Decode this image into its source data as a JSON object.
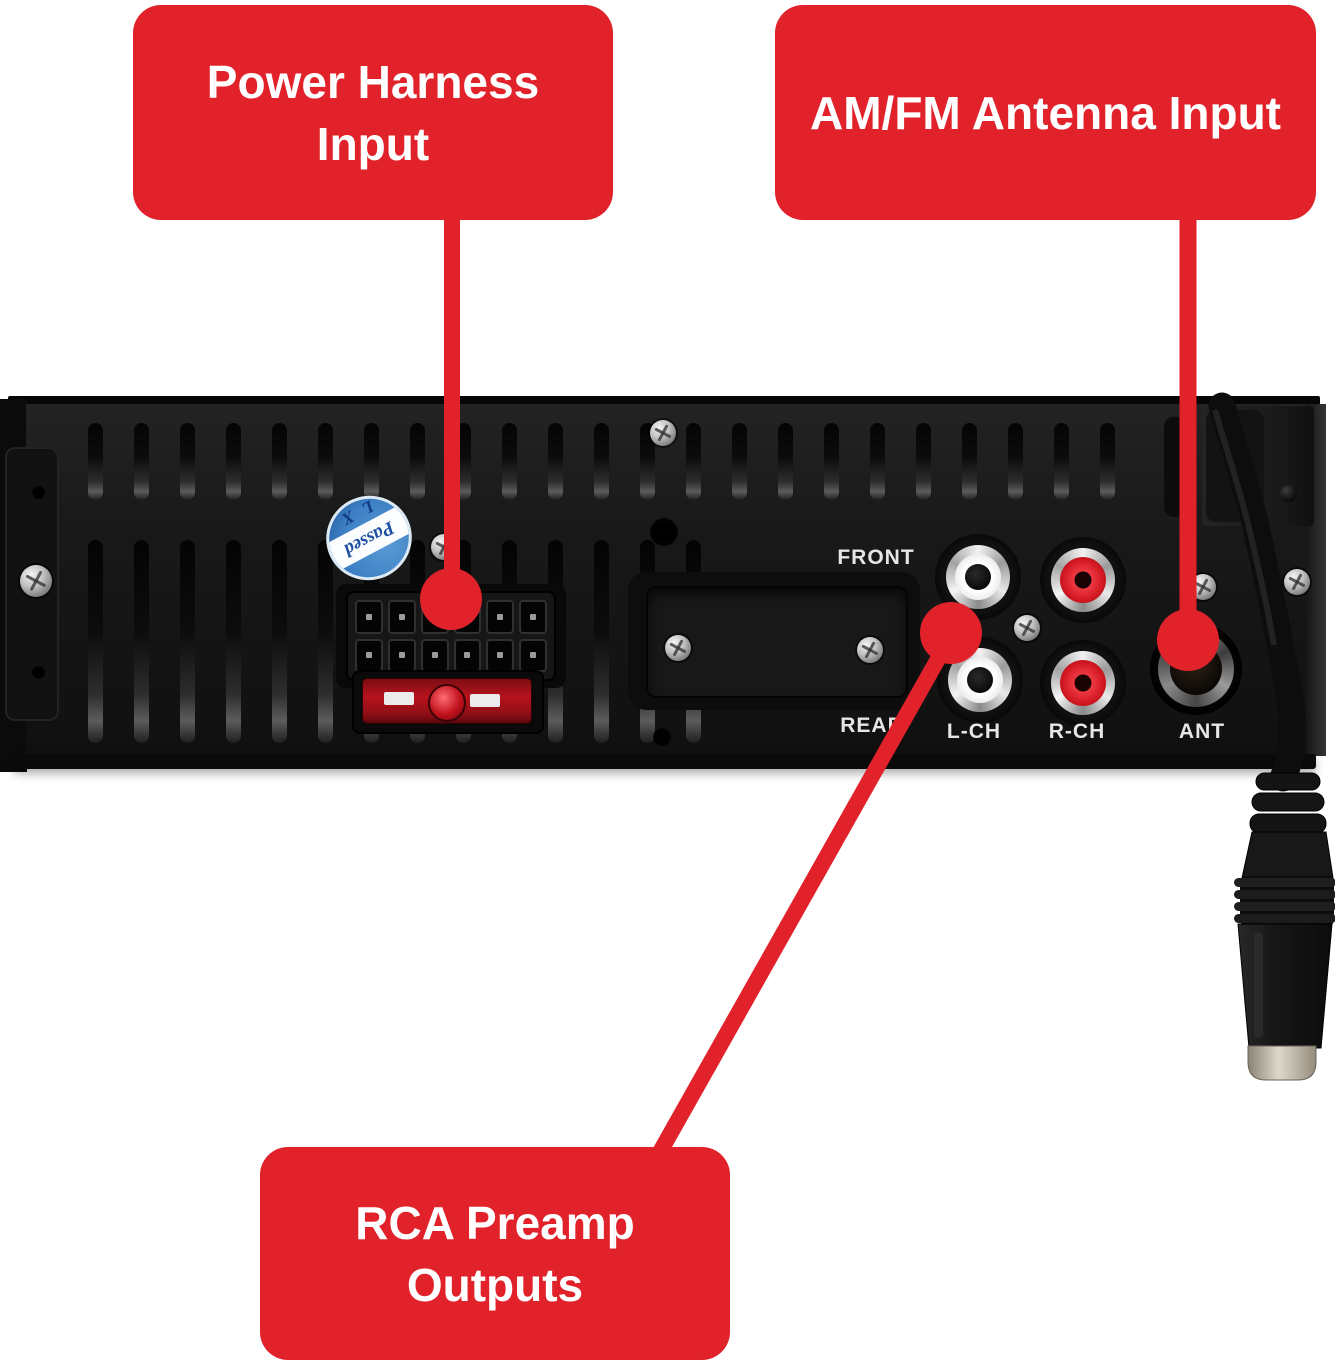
{
  "callouts": {
    "power_harness": {
      "label": "Power Harness Input"
    },
    "am_fm_antenna": {
      "label": "AM/FM Antenna Input"
    },
    "rca_preamp": {
      "label": "RCA Preamp Outputs"
    }
  },
  "rear_panel_labels": {
    "front": "FRONT",
    "rear": "REAR",
    "left_channel": "L-CH",
    "right_channel": "R-CH",
    "antenna": "ANT"
  },
  "sticker": {
    "top_text": "L X",
    "band_text": "Passed"
  },
  "colors": {
    "callout_red": "#e2222b",
    "callout_text": "#ffffff",
    "chassis_black": "#161616",
    "fuse_red": "#b5121c",
    "rca_white_ring": "#f2f2f2",
    "rca_red_ring": "#cf1620",
    "sticker_blue": "#3c7fc4",
    "panel_label_color": "#e6e6e6"
  },
  "device": {
    "vents_top_count": 23,
    "vents_bottom_count": 14,
    "power_connector_pins": 12,
    "rca_jack_count": 4
  }
}
